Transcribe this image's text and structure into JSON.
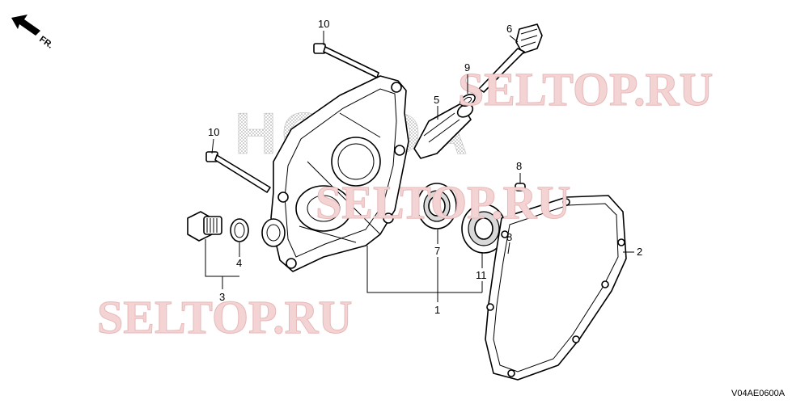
{
  "diagram": {
    "direction_label": "FR.",
    "brand_text": "HONDA",
    "watermarks": [
      "SELTOP.RU",
      "SELTOP.RU",
      "SELTOP.RU"
    ],
    "drawing_code": "V04AE0600A",
    "callouts": {
      "c1": "1",
      "c2": "2",
      "c3": "3",
      "c4": "4",
      "c5": "5",
      "c6": "6",
      "c7": "7",
      "c8a": "8",
      "c8b": "8",
      "c9": "9",
      "c10a": "10",
      "c10b": "10",
      "c11": "11"
    }
  }
}
